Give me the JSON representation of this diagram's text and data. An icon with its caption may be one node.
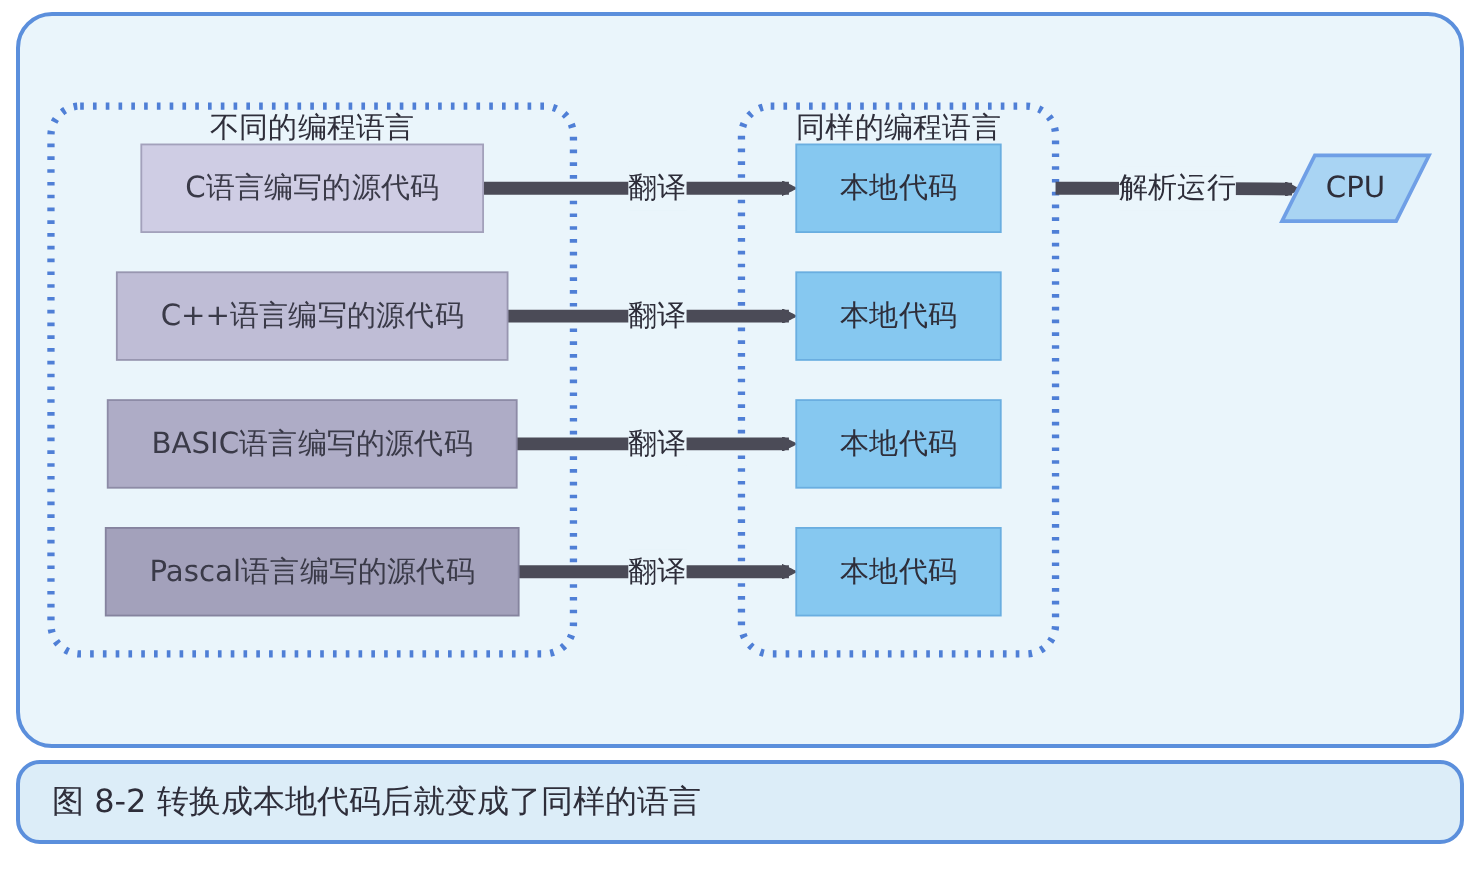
{
  "diagram": {
    "caption": "图 8-2 转换成本地代码后就变成了同样的语言",
    "nodes": [
      {
        "text": [
          "不同的编程语言"
        ]
      },
      {
        "text": [
          "C语言编写的源代码"
        ],
        "in": 0
      },
      {
        "text": [
          "C++语言编写的源代码"
        ],
        "in": 0
      },
      {
        "text": [
          "BASIC语言编写的源代码"
        ],
        "in": 0
      },
      {
        "text": [
          "Pascal语言编写的源代码"
        ],
        "in": 0
      },
      {
        "text": [
          "同样的编程语言"
        ]
      },
      {
        "text": [
          "本地代码"
        ],
        "in": 5
      },
      {
        "text": [
          "本地代码"
        ],
        "in": 5
      },
      {
        "text": [
          "本地代码"
        ],
        "in": 5
      },
      {
        "text": [
          "本地代码"
        ],
        "in": 5
      },
      {
        "text": [
          "CPU"
        ]
      }
    ],
    "edges": [
      {
        "from": 1,
        "to": 6,
        "arrow": "to",
        "label": "翻译"
      },
      {
        "from": 2,
        "to": 7,
        "arrow": "to",
        "label": "翻译"
      },
      {
        "from": 3,
        "to": 8,
        "arrow": "to",
        "label": "翻译"
      },
      {
        "from": 4,
        "to": 9,
        "arrow": "to",
        "label": "翻译"
      },
      {
        "from": 5,
        "to": 10,
        "arrow": "to",
        "label": "解析运行"
      }
    ]
  }
}
